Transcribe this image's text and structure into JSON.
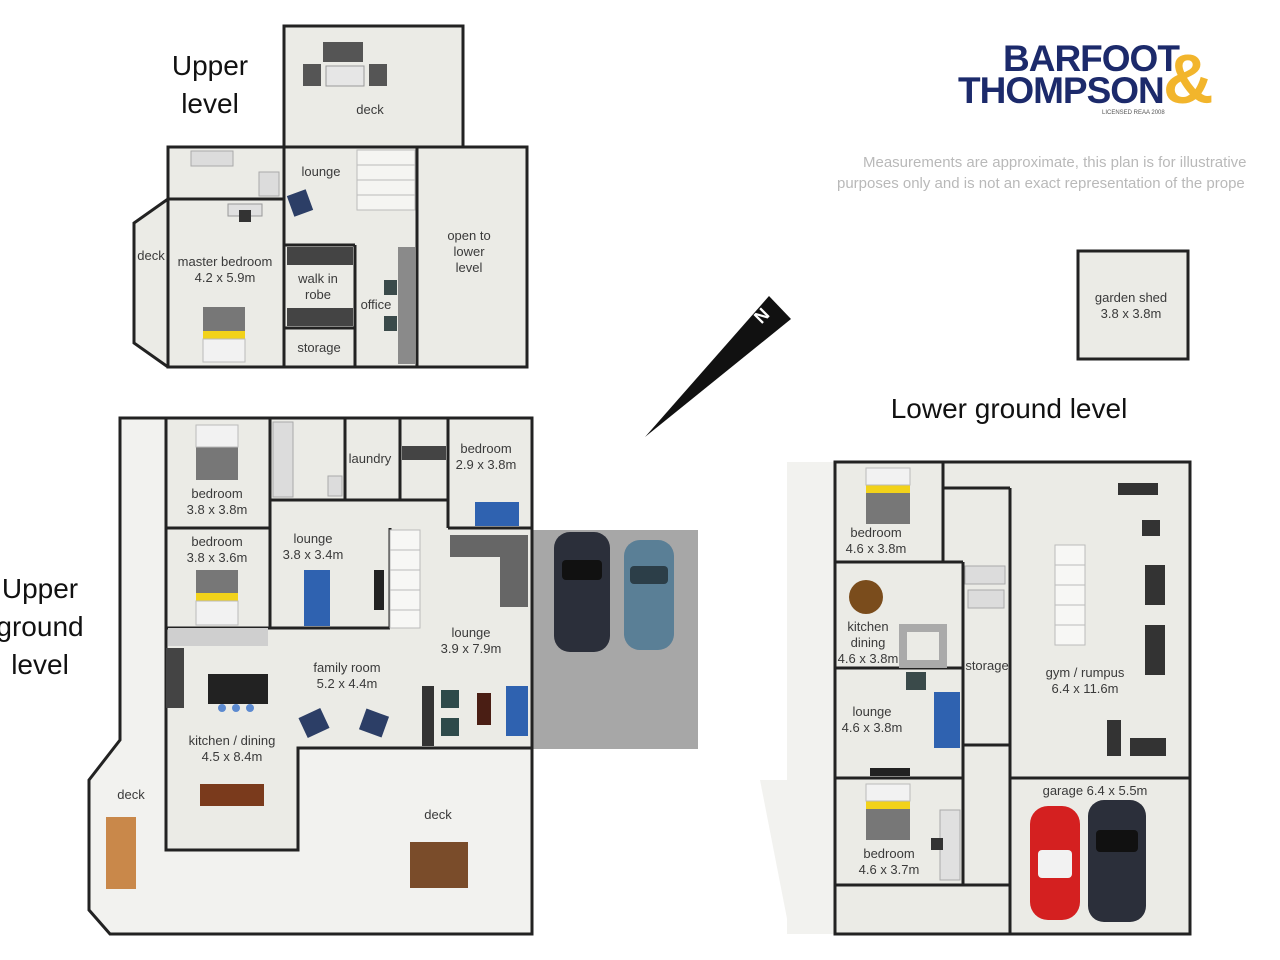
{
  "brand": {
    "line1": "BARFOOT",
    "line2": "THOMPSON",
    "ampersand": "&",
    "licence": "LICENSED REAA 2008",
    "navy": "#1c2a6b",
    "gold": "#f2b52c"
  },
  "disclaimer": {
    "line1": "Measurements are approximate, this plan is for illustrative",
    "line2": "purposes only and is not an exact representation of the prope"
  },
  "compass_letter": "N",
  "levels": {
    "upper": {
      "title1": "Upper",
      "title2": "level",
      "rooms": {
        "deck_top": "deck",
        "lounge": "lounge",
        "deck_side": "deck",
        "master_bedroom": "master bedroom",
        "master_bedroom_size": "4.2 x 5.9m",
        "walk_in_robe_1": "walk in",
        "walk_in_robe_2": "robe",
        "office": "office",
        "storage": "storage",
        "open_1": "open to",
        "open_2": "lower",
        "open_3": "level"
      }
    },
    "upper_ground": {
      "title1": "Upper",
      "title2": "ground",
      "title3": "level",
      "rooms": {
        "bedroom_a": "bedroom",
        "bedroom_a_size": "3.8 x 3.8m",
        "laundry": "laundry",
        "bedroom_b": "bedroom",
        "bedroom_b_size": "2.9 x 3.8m",
        "bedroom_c": "bedroom",
        "bedroom_c_size": "3.8 x 3.6m",
        "lounge_a": "lounge",
        "lounge_a_size": "3.8 x 3.4m",
        "lounge_b": "lounge",
        "lounge_b_size": "3.9 x 7.9m",
        "family_room": "family room",
        "family_room_size": "5.2 x 4.4m",
        "kitchen": "kitchen / dining",
        "kitchen_size": "4.5 x 8.4m",
        "deck_left": "deck",
        "deck_bottom": "deck"
      }
    },
    "garden_shed": {
      "name": "garden shed",
      "size": "3.8 x 3.8m"
    },
    "lower_ground": {
      "title": "Lower ground level",
      "rooms": {
        "bedroom_a": "bedroom",
        "bedroom_a_size": "4.6 x 3.8m",
        "kitchen_1": "kitchen",
        "kitchen_2": "dining",
        "kitchen_size": "4.6 x 3.8m",
        "storage": "storage",
        "lounge": "lounge",
        "lounge_size": "4.6 x 3.8m",
        "gym": "gym / rumpus",
        "gym_size": "6.4 x 11.6m",
        "garage": "garage 6.4 x 5.5m",
        "bedroom_b": "bedroom",
        "bedroom_b_size": "4.6 x 3.7m"
      }
    }
  },
  "colors": {
    "floor": "#ebebe6",
    "outside": "#f2f2ef",
    "wall": "#222222",
    "driveway": "#a7a7a7",
    "sofa_blue": "#2f62b0",
    "bed_yellow": "#f2d21a",
    "table_brown": "#7a3a1c",
    "car_red": "#d42020",
    "car_dark": "#2b2f3a",
    "car_teal": "#5a7f96"
  }
}
